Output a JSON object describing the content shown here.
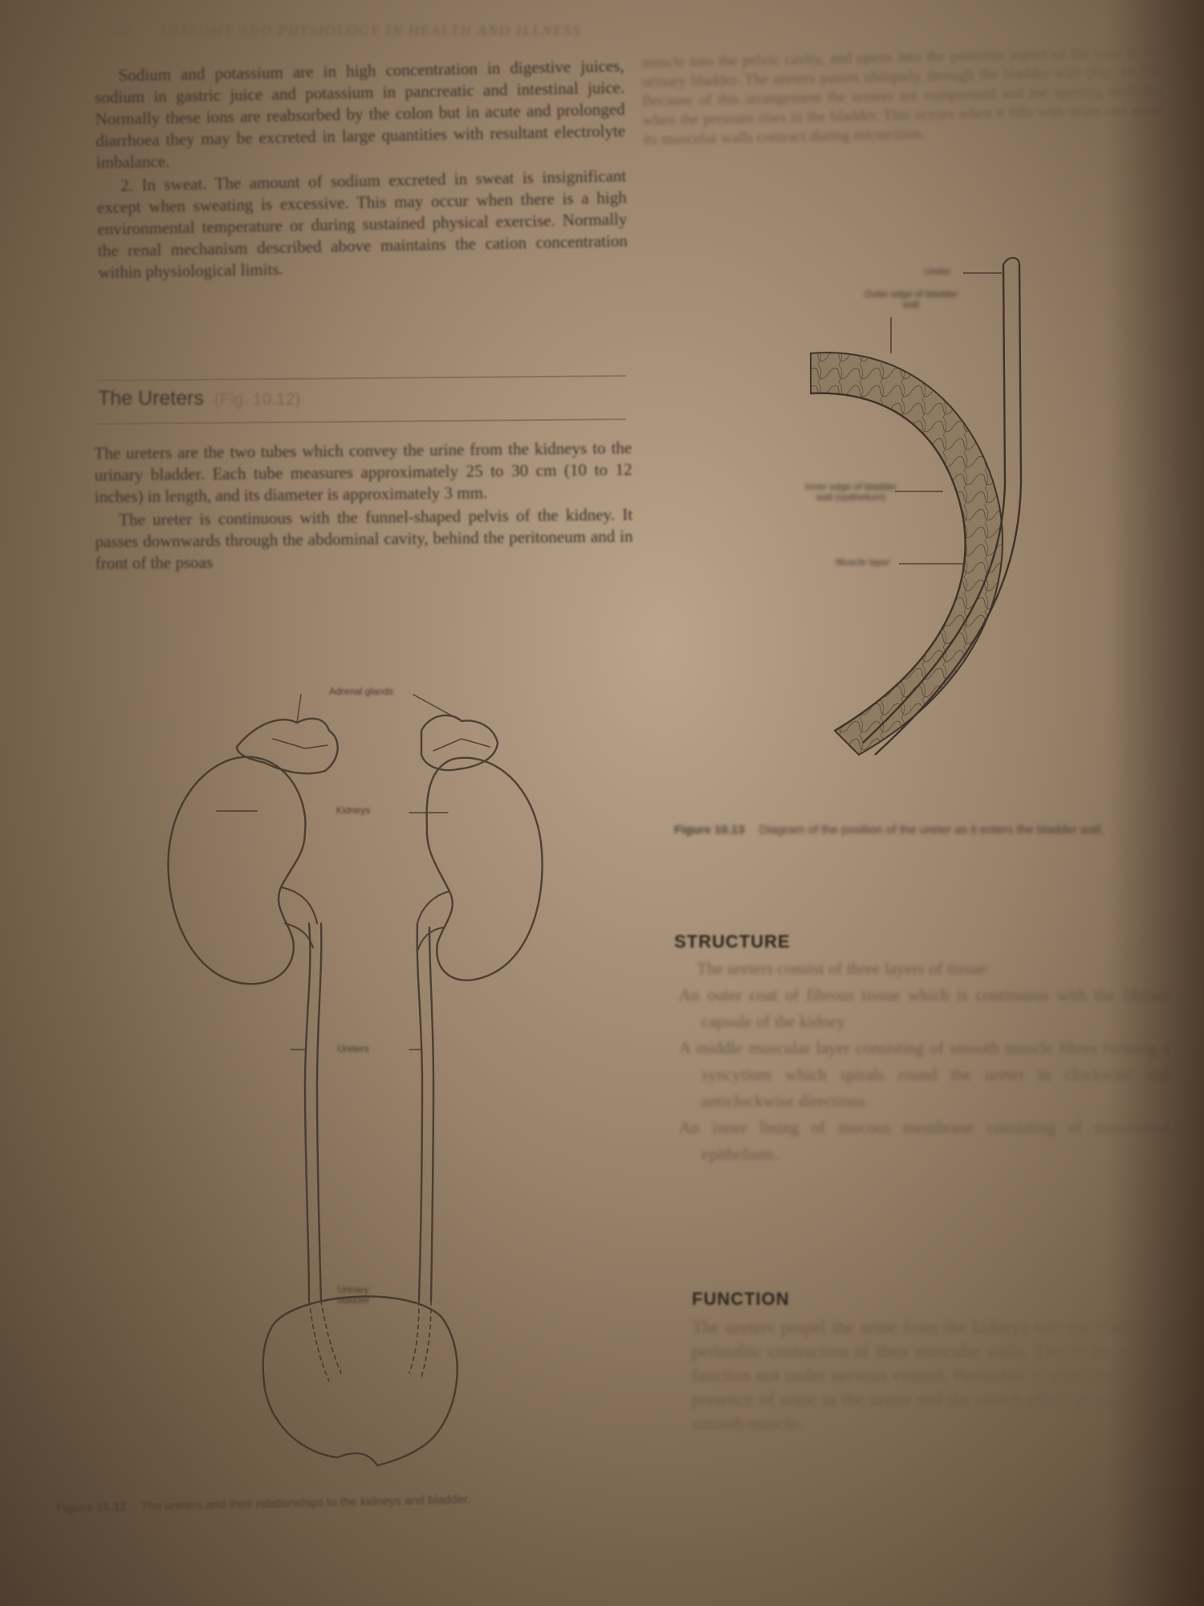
{
  "running_head": {
    "page_number": "340",
    "text": "ANATOMY AND PHYSIOLOGY IN HEALTH AND ILLNESS"
  },
  "left_column": {
    "intro_paragraphs": [
      "Sodium and potassium are in high concentration in digestive juices, sodium in gastric juice and potassium in pancreatic and intestinal juice. Normally these ions are reabsorbed by the colon but in acute and prolonged diarrhoea they may be excreted in large quantities with resultant electrolyte imbalance.",
      "2. In sweat. The amount of sodium excreted in sweat is insignificant except when sweating is excessive. This may occur when there is a high environmental temperature or during sustained physical exercise. Normally the renal mechanism described above maintains the cation concentration within physiological limits."
    ],
    "section_title": "The Ureters",
    "section_ref": "(Fig. 10.12)",
    "ureter_paragraphs": [
      "The ureters are the two tubes which convey the urine from the kidneys to the urinary bladder. Each tube measures approximately 25 to 30 cm (10 to 12 inches) in length, and its diameter is approximately 3 mm.",
      "The ureter is continuous with the funnel-shaped pelvis of the kidney. It passes downwards through the abdominal cavity, behind the peritoneum and in front of the psoas"
    ]
  },
  "right_column": {
    "top_text": "muscle into the pelvic cavity, and opens into the posterior aspect of the base of the urinary bladder. The ureters passes obliquely through the bladder wall (Fig. 10.13). Because of this arrangement the ureters are compressed and the opening occluded when the pressure rises in the bladder. This occurs when it fills with urine and when its muscular walls contract during micturition.",
    "structure_heading": "STRUCTURE",
    "structure_lead": "The ureters consist of three layers of tissue:",
    "structure_items": [
      "An outer coat of fibrous tissue which is continuous with the fibrous capsule of the kidney",
      "A middle muscular layer consisting of smooth muscle fibres forming a syncytium which spirals round the ureter in clockwise and anticlockwise directions",
      "An inner lining of mucous membrane consisting of transitional epithelium."
    ],
    "function_heading": "FUNCTION",
    "function_text": "The ureters propel the urine from the kidneys into the bladder by peristaltic contraction of their muscular walls. This is an intrinsic function not under nervous control. Peristalsis is stimulated by the presence of urine in the ureter and the stretch effect stimulates the smooth muscle."
  },
  "figure_10_12": {
    "labels": {
      "adrenal": "Adrenal glands",
      "kidneys": "Kidneys",
      "ureters": "Ureters",
      "bladder": "Urinary bladder"
    },
    "caption_label": "Figure 10.12",
    "caption_text": "The ureters and their relationships to the kidneys and bladder."
  },
  "figure_10_13": {
    "labels": {
      "ureter": "Ureter",
      "outer_edge": "Outer edge of bladder wall",
      "inner_edge": "Inner edge of bladder wall (epithelium)",
      "muscle": "Muscle layer"
    },
    "caption_label": "Figure 10.13",
    "caption_text": "Diagram of the position of the ureter as it enters the bladder wall."
  }
}
